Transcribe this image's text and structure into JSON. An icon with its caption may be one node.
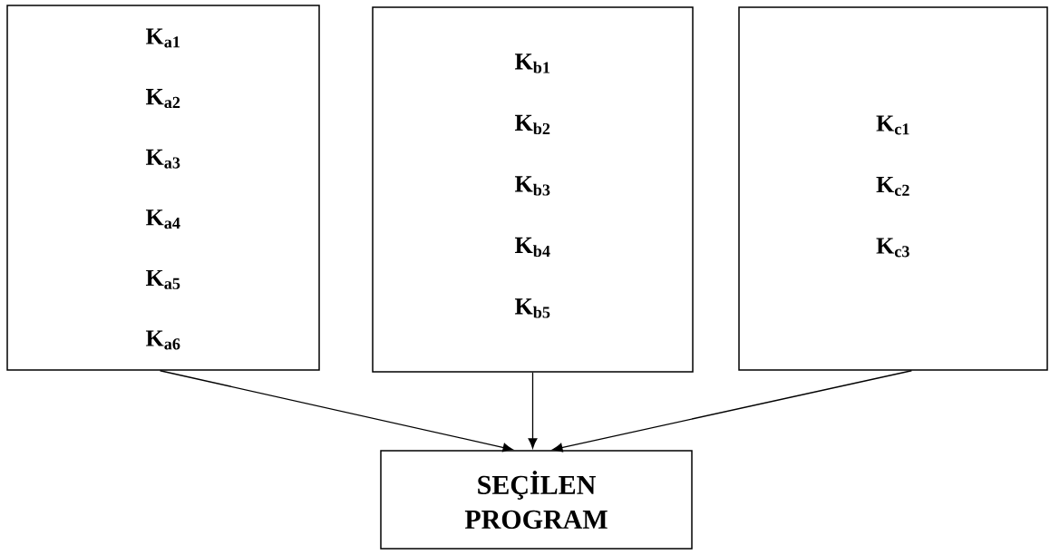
{
  "diagram": {
    "nodes": [
      {
        "text": [
          "K$_{a1}$",
          "K$_{a2}$",
          "K$_{a3}$",
          "K$_{a4}$",
          "K$_{a5}$",
          "K$_{a6}$"
        ]
      },
      {
        "text": [
          "K$_{b1}$",
          "K$_{b2}$",
          "K$_{b3}$",
          "K$_{b4}$",
          "K$_{b5}$"
        ]
      },
      {
        "text": [
          "K$_{c1}$",
          "K$_{c2}$",
          "K$_{c3}$"
        ]
      },
      {
        "text": [
          "SEÇİLEN PROGRAM"
        ]
      }
    ],
    "edges": [
      {
        "from": 0,
        "to": 3,
        "arrow": "to"
      },
      {
        "from": 1,
        "to": 3,
        "arrow": "to"
      },
      {
        "from": 2,
        "to": 3,
        "arrow": "to"
      }
    ]
  }
}
